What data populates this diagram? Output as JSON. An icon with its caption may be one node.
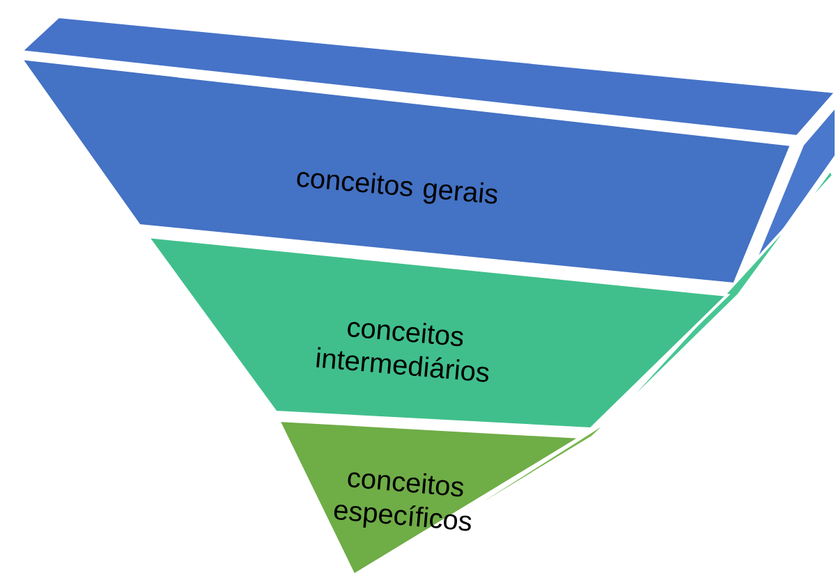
{
  "diagram": {
    "nodes": [
      {
        "text": [
          "conceitos gerais"
        ]
      },
      {
        "text": [
          "conceitos intermediários"
        ]
      },
      {
        "text": [
          "conceitos específicos"
        ]
      }
    ]
  }
}
